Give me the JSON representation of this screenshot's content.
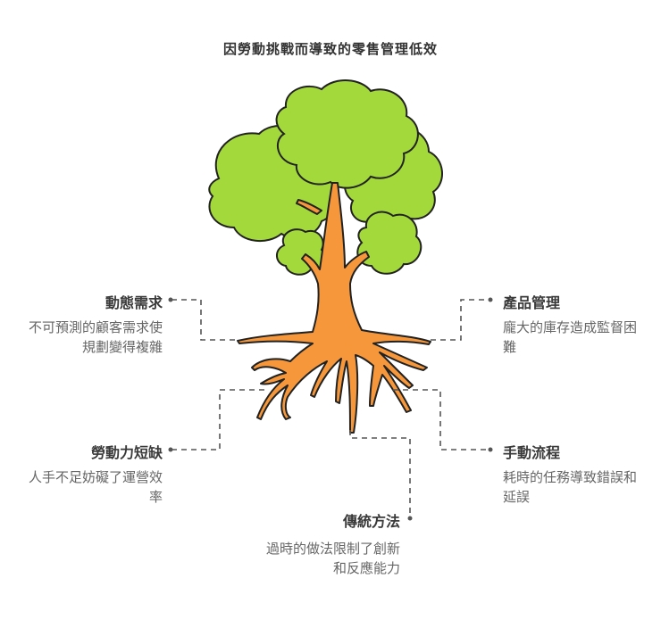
{
  "title": "因勞動挑戰而導致的零售管理低效",
  "colors": {
    "canopy": "#a3d93a",
    "trunk": "#f5973a",
    "outline": "#222222",
    "connector": "#555555",
    "label": "#3a3a3a",
    "description": "#666666"
  },
  "nodes": [
    {
      "id": "dynamic-demand",
      "label": "動態需求",
      "description": "不可預測的顧客需求使規劃變得複雜",
      "side": "left"
    },
    {
      "id": "product-management",
      "label": "產品管理",
      "description": "龐大的庫存造成監督困難",
      "side": "right"
    },
    {
      "id": "labor-shortage",
      "label": "勞動力短缺",
      "description": "人手不足妨礙了運營效率",
      "side": "left"
    },
    {
      "id": "manual-process",
      "label": "手動流程",
      "description": "耗時的任務導致錯誤和延誤",
      "side": "right"
    },
    {
      "id": "traditional-methods",
      "label": "傳統方法",
      "description": "過時的做法限制了創新和反應能力",
      "side": "bottom"
    }
  ]
}
